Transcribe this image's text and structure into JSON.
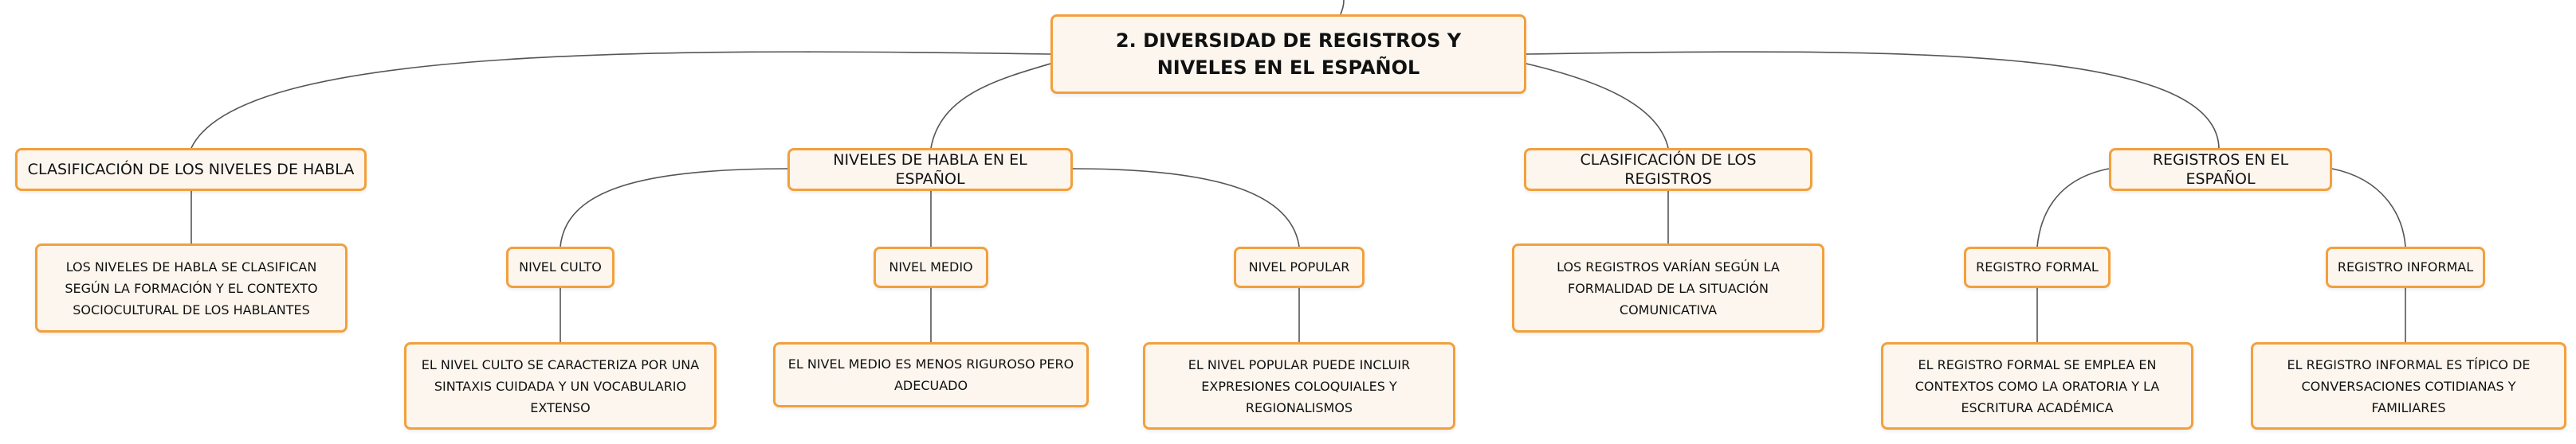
{
  "map": {
    "root": "2. DIVERSIDAD DE REGISTROS Y NIVELES EN EL ESPAÑOL",
    "clasificacion_niveles": {
      "label": "CLASIFICACIÓN DE LOS NIVELES DE HABLA",
      "detail": "LOS NIVELES DE HABLA SE CLASIFICAN SEGÚN LA FORMACIÓN Y EL CONTEXTO SOCIOCULTURAL DE LOS HABLANTES"
    },
    "niveles": {
      "label": "NIVELES DE HABLA EN EL ESPAÑOL",
      "culto": {
        "label": "NIVEL CULTO",
        "detail": "EL NIVEL CULTO SE CARACTERIZA POR UNA SINTAXIS CUIDADA Y UN VOCABULARIO EXTENSO"
      },
      "medio": {
        "label": "NIVEL MEDIO",
        "detail": "EL NIVEL MEDIO ES MENOS RIGUROSO PERO ADECUADO"
      },
      "popular": {
        "label": "NIVEL POPULAR",
        "detail": "EL NIVEL POPULAR PUEDE INCLUIR EXPRESIONES COLOQUIALES Y REGIONALISMOS"
      }
    },
    "clasificacion_registros": {
      "label": "CLASIFICACIÓN DE LOS REGISTROS",
      "detail": "LOS REGISTROS VARÍAN SEGÚN LA FORMALIDAD DE LA SITUACIÓN COMUNICATIVA"
    },
    "registros": {
      "label": "REGISTROS EN EL ESPAÑOL",
      "formal": {
        "label": "REGISTRO FORMAL",
        "detail": "EL REGISTRO FORMAL SE EMPLEA EN CONTEXTOS COMO LA ORATORIA Y LA ESCRITURA ACADÉMICA"
      },
      "informal": {
        "label": "REGISTRO INFORMAL",
        "detail": "EL REGISTRO INFORMAL ES TÍPICO DE CONVERSACIONES COTIDIANAS Y FAMILIARES"
      }
    }
  }
}
